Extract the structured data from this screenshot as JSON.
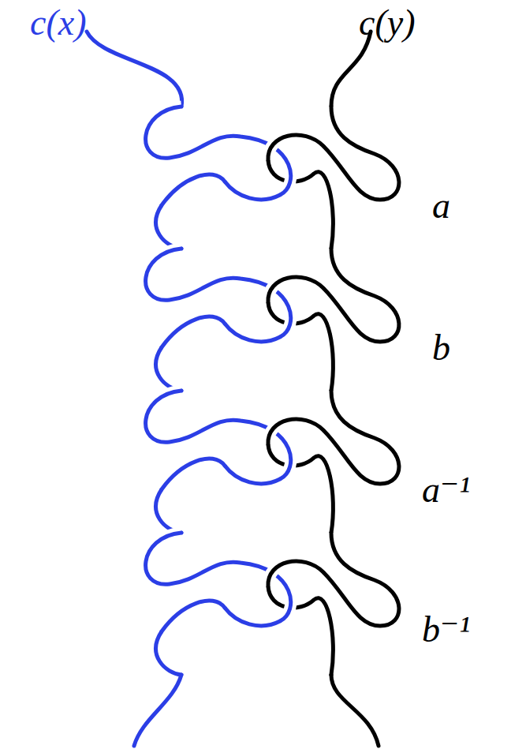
{
  "diagram": {
    "labels": [
      "c(x)",
      "c(y)",
      "a",
      "b",
      "a⁻¹",
      "b⁻¹"
    ]
  }
}
